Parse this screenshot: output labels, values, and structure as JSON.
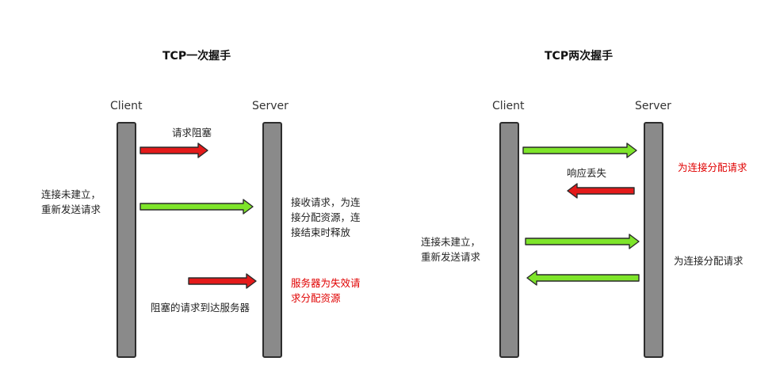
{
  "one": {
    "title": "TCP一次握手",
    "client_label": "Client",
    "server_label": "Server",
    "note_blocked": "请求阻塞",
    "note_retry": "连接未建立，\n重新发送请求",
    "note_accept": "接收请求，为连\n接分配资源，连\n接结束时释放",
    "note_invalid": "服务器为失效请\n求分配资源",
    "note_arrive": "阻塞的请求到达服务器"
  },
  "two": {
    "title": "TCP两次握手",
    "client_label": "Client",
    "server_label": "Server",
    "note_alloc_red": "为连接分配请求",
    "note_lost": "响应丢失",
    "note_retry": "连接未建立，\n重新发送请求",
    "note_alloc": "为连接分配请求"
  },
  "colors": {
    "red_arrow": "#e41a1a",
    "green_arrow": "#7ee52a",
    "red_text": "#e00000",
    "bar_fill": "#8a8a8a"
  }
}
